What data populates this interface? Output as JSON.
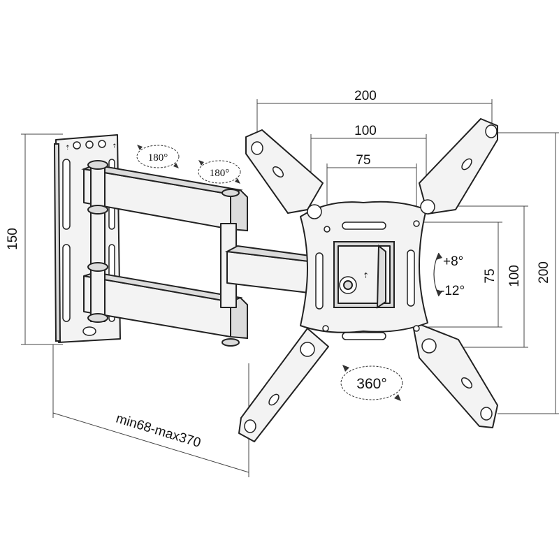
{
  "dimensions": {
    "vesa_width_max": "200",
    "vesa_width_mid": "100",
    "vesa_width_min": "75",
    "wall_plate_height": "150",
    "vesa_height_min": "75",
    "vesa_height_mid": "100",
    "vesa_height_max": "200",
    "extension_range": "min68-max370"
  },
  "rotations": {
    "arm_joint_1": "180°",
    "arm_joint_2": "180°",
    "tilt_up": "+8°",
    "tilt_down": "-12°",
    "rotation": "360°"
  }
}
